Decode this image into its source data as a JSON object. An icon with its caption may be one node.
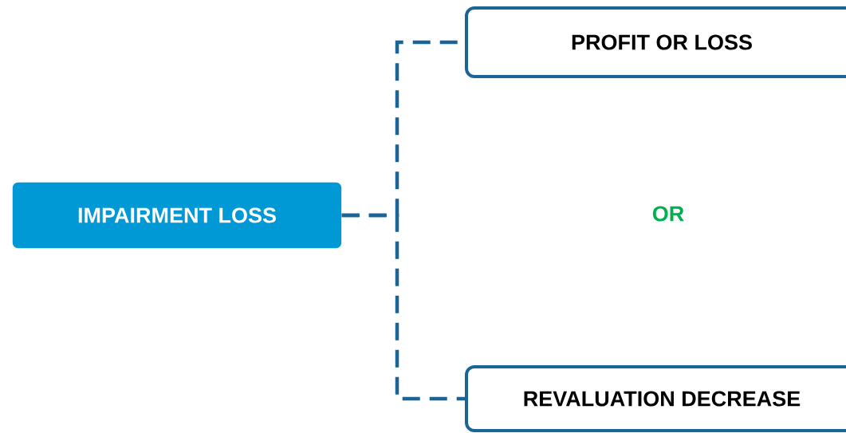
{
  "diagram": {
    "nodes": [
      {
        "text": [
          "IMPAIRMENT LOSS"
        ]
      },
      {
        "text": [
          "PROFIT OR LOSS"
        ]
      },
      {
        "text": [
          "REVALUATION DECREASE"
        ]
      }
    ],
    "edges": [
      {
        "from": 0,
        "to": 1,
        "arrow": "none",
        "style": "dashed"
      },
      {
        "from": 0,
        "to": 2,
        "arrow": "none",
        "style": "dashed"
      }
    ],
    "labels": [
      "OR"
    ]
  }
}
